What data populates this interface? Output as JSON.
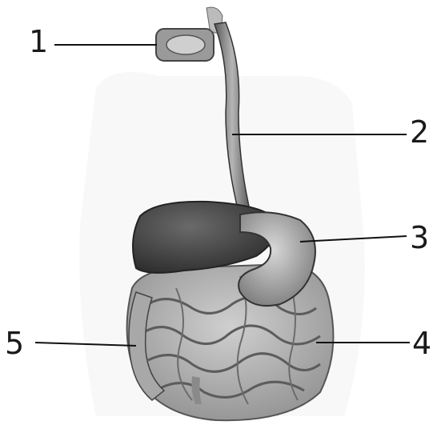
{
  "labels": [
    "1",
    "2",
    "3",
    "4",
    "5"
  ],
  "colors": {
    "organ_dark": "#3e3e3e",
    "organ_mid": "#7a7a7a",
    "organ_light": "#bdbdbd",
    "line": "#111111"
  }
}
